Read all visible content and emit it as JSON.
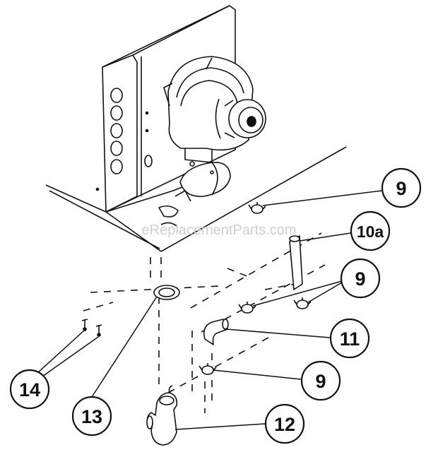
{
  "watermark": "eReplacementParts.com",
  "callouts": {
    "c9a": "9",
    "c10a": "10a",
    "c9b": "9",
    "c11": "11",
    "c9c": "9",
    "c12": "12",
    "c13": "13",
    "c14": "14"
  }
}
